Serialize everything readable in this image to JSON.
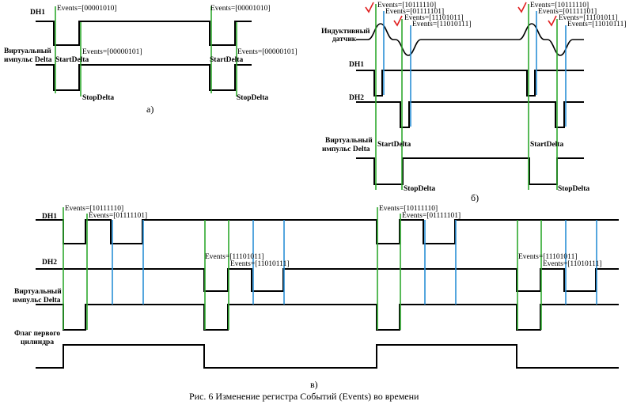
{
  "colors": {
    "green": "#2ea82e",
    "blue": "#2a8fd6",
    "red": "#e02020",
    "black": "#000000"
  },
  "panel_a": {
    "dh1_label": "DH1",
    "virtual_label_1": "Виртуальный",
    "virtual_label_2": "импульс Delta",
    "ev_1": "Events=[00001010]",
    "ev_2": "Events=[00000101]",
    "ev_3": "Events=[00001010]",
    "ev_4": "Events=[00000101]",
    "start_1": "StartDelta",
    "stop_1": "StopDelta",
    "start_2": "StartDelta",
    "stop_2": "StopDelta",
    "caption": "а)"
  },
  "panel_b": {
    "sensor_label_1": "Индуктивный",
    "sensor_label_2": "датчик",
    "dh1_label": "DH1",
    "dh2_label": "DH2",
    "virtual_label_1": "Виртуальный",
    "virtual_label_2": "импульс Delta",
    "ev_1": "Events=[10111110]",
    "ev_2": "Events=[01111101]",
    "ev_3": "Events=[11101011]",
    "ev_4": "Events=[11010111]",
    "ev_5": "Events=[10111110]",
    "ev_6": "Events=[01111101]",
    "ev_7": "Events=[11101011]",
    "ev_8": "Events=[11010111]",
    "start_1": "StartDelta",
    "stop_1": "StopDelta",
    "start_2": "StartDelta",
    "stop_2": "StopDelta",
    "caption": "б)"
  },
  "panel_c": {
    "dh1_label": "DH1",
    "dh2_label": "DH2",
    "virtual_label_1": "Виртуальный",
    "virtual_label_2": "импульс Delta",
    "flag_label_1": "Флаг первого",
    "flag_label_2": "цилиндра",
    "ev_1": "Events=[10111110]",
    "ev_2": "Events=[01111101]",
    "ev_3": "Events=[11101011]",
    "ev_4": "Events=[11010111]",
    "ev_5": "Events=[10111110]",
    "ev_6": "Events=[01111101]",
    "ev_7": "Events=[11101011]",
    "ev_8": "Events=[11010111]",
    "caption": "в)"
  },
  "figure_caption": "Рис. 6 Изменение регистра Событий (Events) во времени"
}
